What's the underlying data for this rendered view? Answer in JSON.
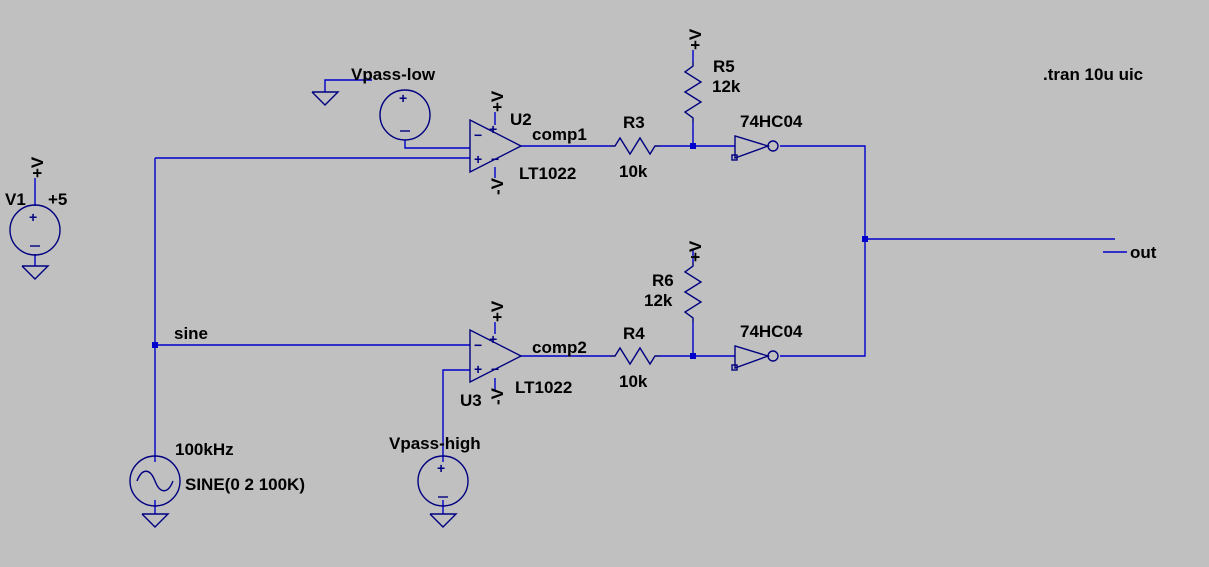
{
  "directive": ".tran 10u uic",
  "labels": {
    "v1": "V1",
    "v1_value": "+5",
    "vpass_low": "Vpass-low",
    "vpass_high": "Vpass-high",
    "u2": "U2",
    "u3": "U3",
    "u2_model": "LT1022",
    "u3_model": "LT1022",
    "comp1": "comp1",
    "comp2": "comp2",
    "r3": "R3",
    "r3_value": "10k",
    "r4": "R4",
    "r4_value": "10k",
    "r5": "R5",
    "r5_value": "12k",
    "r6": "R6",
    "r6_value": "12k",
    "inv1": "74HC04",
    "inv2": "74HC04",
    "sine_net": "sine",
    "out_net": "out",
    "src_freq": "100kHz",
    "src_value": "SINE(0 2 100K)",
    "supply_pos": "+V",
    "supply_neg": "-V",
    "plus": "+",
    "minus": "−"
  },
  "colors": {
    "background": "#c0c0c0",
    "wire": "#0000cc",
    "component": "#000080"
  }
}
